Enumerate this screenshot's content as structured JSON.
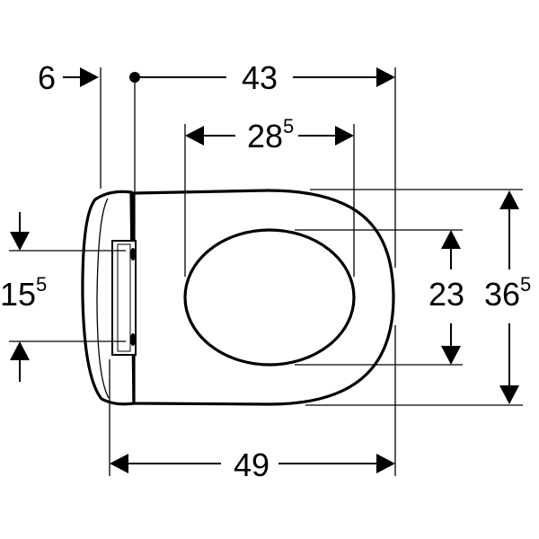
{
  "diagram": {
    "dimensions": {
      "seat_offset": {
        "main": "6",
        "sup": ""
      },
      "overall_depth": {
        "main": "43",
        "sup": ""
      },
      "opening_depth": {
        "main": "28",
        "sup": "5"
      },
      "hinge_spacing": {
        "main": "15",
        "sup": "5"
      },
      "opening_width": {
        "main": "23",
        "sup": ""
      },
      "overall_width": {
        "main": "36",
        "sup": "5"
      },
      "total_length": {
        "main": "49",
        "sup": ""
      }
    }
  }
}
